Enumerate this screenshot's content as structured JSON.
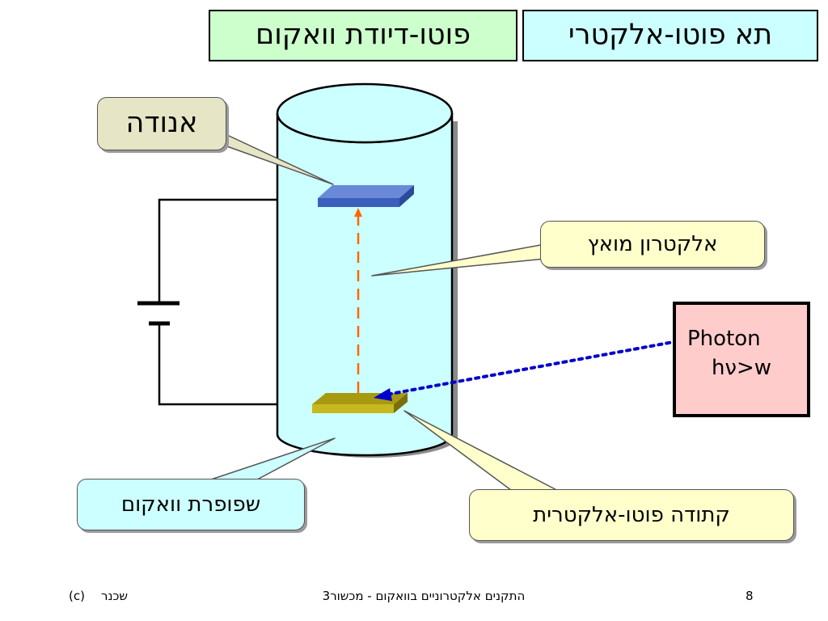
{
  "titles": {
    "right": "תא פוטו-אלקטרי",
    "left": "פוטו-דיודת וואקום"
  },
  "callouts": {
    "anode": "אנודה",
    "emitted_electron": "אלקטרון מואץ",
    "vacuum_tube": "שפופרת וואקום",
    "cathode": "קתודה פוטו-אלקטרית"
  },
  "photon": {
    "label": "Photon",
    "energy": "hν>w"
  },
  "footer": {
    "page_number": "8",
    "title": "התקנים אלקטרוניים בוואקום - מכשור3",
    "author": "שכנר",
    "copyright": "(c)"
  },
  "colors": {
    "tube_fill": "#ccffff",
    "anode_plate": "#3a5fbf",
    "cathode_plate": "#a89a10",
    "electron_path": "#ff6600",
    "photon_path": "#0000cc",
    "photon_box": "#ffcccc"
  }
}
